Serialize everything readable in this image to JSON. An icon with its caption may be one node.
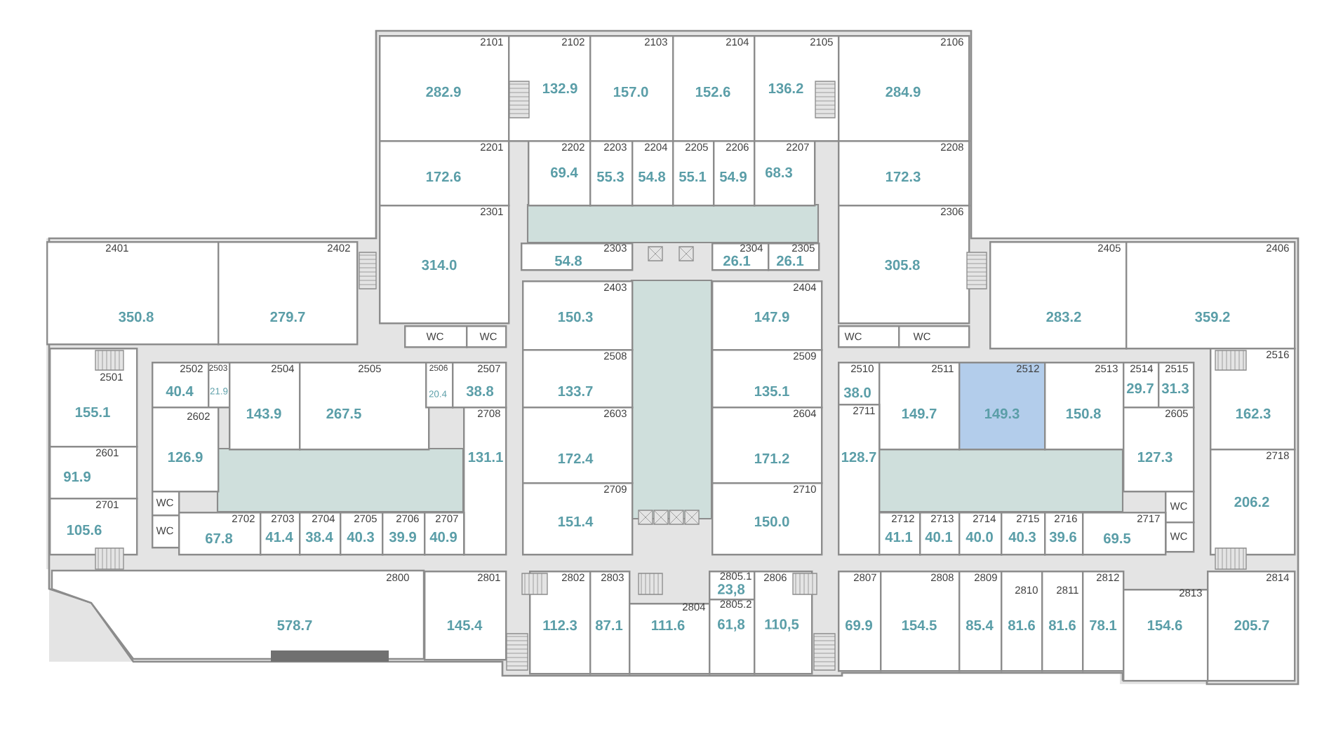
{
  "diagram": {
    "nodes": [
      {
        "text": [
          "2101",
          "282.9"
        ]
      },
      {
        "text": [
          "2102",
          "132.9"
        ]
      },
      {
        "text": [
          "2103",
          "157.0"
        ]
      },
      {
        "text": [
          "2104",
          "152.6"
        ]
      },
      {
        "text": [
          "2105",
          "136.2"
        ]
      },
      {
        "text": [
          "2106",
          "284.9"
        ]
      },
      {
        "text": [
          "2201",
          "172.6"
        ]
      },
      {
        "text": [
          "2202",
          "69.4"
        ]
      },
      {
        "text": [
          "2203",
          "55.3"
        ]
      },
      {
        "text": [
          "2204",
          "54.8"
        ]
      },
      {
        "text": [
          "2205",
          "55.1"
        ]
      },
      {
        "text": [
          "2206",
          "54.9"
        ]
      },
      {
        "text": [
          "2207",
          "68.3"
        ]
      },
      {
        "text": [
          "2208",
          "172.3"
        ]
      },
      {
        "text": [
          "2301",
          "314.0"
        ]
      },
      {
        "text": [
          "2303",
          "54.8"
        ]
      },
      {
        "text": [
          "2304",
          "26.1"
        ]
      },
      {
        "text": [
          "2305",
          "26.1"
        ]
      },
      {
        "text": [
          "2306",
          "305.8"
        ]
      },
      {
        "text": [
          "2401",
          "350.8"
        ]
      },
      {
        "text": [
          "2402",
          "279.7"
        ]
      },
      {
        "text": [
          "2405",
          "283.2"
        ]
      },
      {
        "text": [
          "2406",
          "359.2"
        ]
      },
      {
        "text": [
          "WC"
        ]
      },
      {
        "text": [
          "WC"
        ]
      },
      {
        "text": [
          "WC"
        ]
      },
      {
        "text": [
          "WC"
        ]
      },
      {
        "text": [
          "2403",
          "150.3"
        ]
      },
      {
        "text": [
          "2404",
          "147.9"
        ]
      },
      {
        "text": [
          "2508",
          "133.7"
        ]
      },
      {
        "text": [
          "2509",
          "135.1"
        ]
      },
      {
        "text": [
          "2603",
          "172.4"
        ]
      },
      {
        "text": [
          "2604",
          "171.2"
        ]
      },
      {
        "text": [
          "2709",
          "151.4"
        ]
      },
      {
        "text": [
          "2710",
          "150.0"
        ]
      },
      {
        "text": [
          "2501",
          "155.1"
        ]
      },
      {
        "text": [
          "2502",
          "40.4"
        ]
      },
      {
        "text": [
          "2503",
          "21.9"
        ]
      },
      {
        "text": [
          "2504",
          "143.9"
        ]
      },
      {
        "text": [
          "2505",
          "267.5"
        ]
      },
      {
        "text": [
          "2506",
          "20.4"
        ]
      },
      {
        "text": [
          "2507",
          "38.8"
        ]
      },
      {
        "text": [
          "2601",
          "91.9"
        ]
      },
      {
        "text": [
          "2602",
          "126.9"
        ]
      },
      {
        "text": [
          "2708",
          "131.1"
        ]
      },
      {
        "text": [
          "WC"
        ]
      },
      {
        "text": [
          "WC"
        ]
      },
      {
        "text": [
          "2702",
          "67.8"
        ]
      },
      {
        "text": [
          "2703",
          "41.4"
        ]
      },
      {
        "text": [
          "2704",
          "38.4"
        ]
      },
      {
        "text": [
          "2705",
          "40.3"
        ]
      },
      {
        "text": [
          "2706",
          "39.9"
        ]
      },
      {
        "text": [
          "2707",
          "40.9"
        ]
      },
      {
        "text": [
          "2701",
          "105.6"
        ]
      },
      {
        "text": [
          "2510",
          "38.0"
        ]
      },
      {
        "text": [
          "2511",
          "149.7"
        ]
      },
      {
        "text": [
          "2512",
          "149.3"
        ]
      },
      {
        "text": [
          "2513",
          "150.8"
        ]
      },
      {
        "text": [
          "2514",
          "29.7"
        ]
      },
      {
        "text": [
          "2515",
          "31.3"
        ]
      },
      {
        "text": [
          "2516",
          "162.3"
        ]
      },
      {
        "text": [
          "2711",
          "128.7"
        ]
      },
      {
        "text": [
          "2605",
          "127.3"
        ]
      },
      {
        "text": [
          "2718",
          "206.2"
        ]
      },
      {
        "text": [
          "WC"
        ]
      },
      {
        "text": [
          "WC"
        ]
      },
      {
        "text": [
          "2712",
          "41.1"
        ]
      },
      {
        "text": [
          "2713",
          "40.1"
        ]
      },
      {
        "text": [
          "2714",
          "40.0"
        ]
      },
      {
        "text": [
          "2715",
          "40.3"
        ]
      },
      {
        "text": [
          "2716",
          "39.6"
        ]
      },
      {
        "text": [
          "2717",
          "69.5"
        ]
      },
      {
        "text": [
          "2800",
          "578.7"
        ]
      },
      {
        "text": [
          "2801",
          "145.4"
        ]
      },
      {
        "text": [
          "2802",
          "112.3"
        ]
      },
      {
        "text": [
          "2803",
          "87.1"
        ]
      },
      {
        "text": [
          "2804",
          "111.6"
        ]
      },
      {
        "text": [
          "2805.1",
          "23,8"
        ]
      },
      {
        "text": [
          "2805.2",
          "61,8"
        ]
      },
      {
        "text": [
          "2806",
          "110,5"
        ]
      },
      {
        "text": [
          "2807",
          "69.9"
        ]
      },
      {
        "text": [
          "2808",
          "154.5"
        ]
      },
      {
        "text": [
          "2809",
          "85.4"
        ]
      },
      {
        "text": [
          "2810",
          "81.6"
        ]
      },
      {
        "text": [
          "2811",
          "81.6"
        ]
      },
      {
        "text": [
          "2812",
          "78.1"
        ]
      },
      {
        "text": [
          "2813",
          "154.6"
        ]
      },
      {
        "text": [
          "2814",
          "205.7"
        ]
      }
    ]
  }
}
